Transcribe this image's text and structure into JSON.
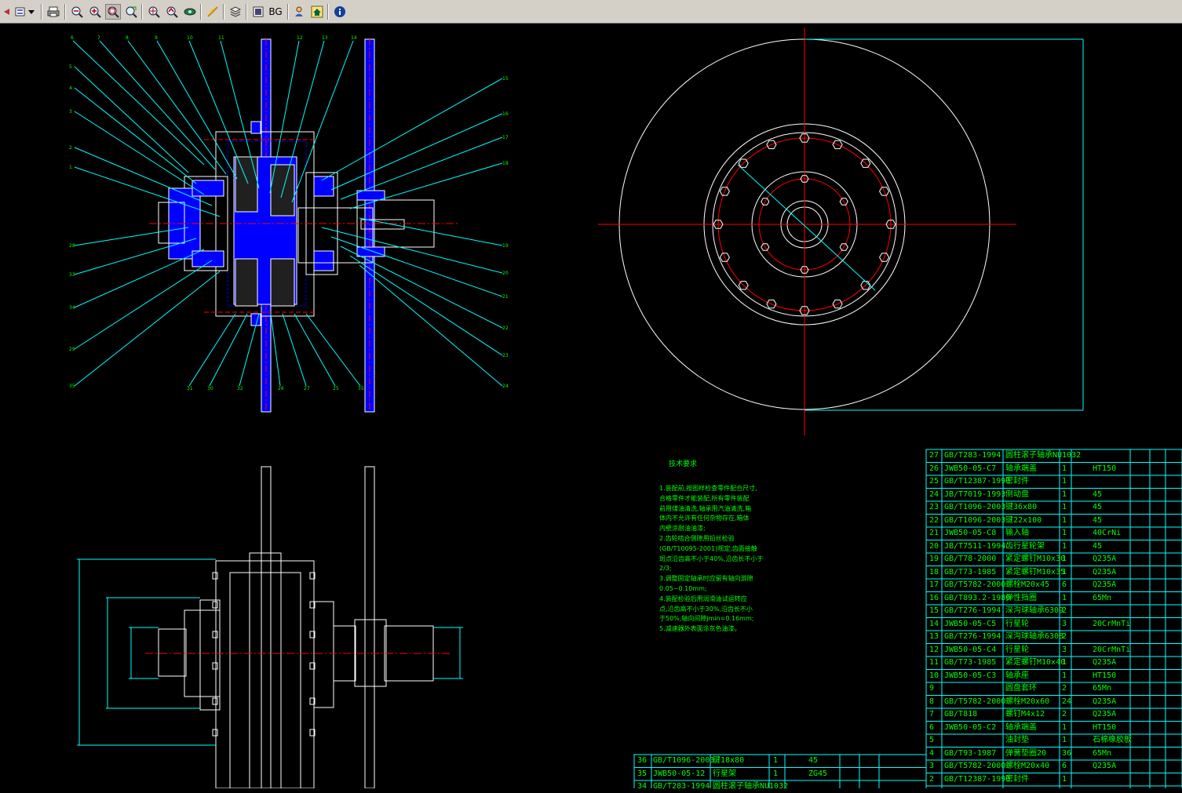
{
  "toolbar": {
    "bg_label": "BG",
    "icons": [
      "arrow-icon",
      "layers-icon",
      "dropdown-icon",
      "print-icon",
      "zoom-out-icon",
      "zoom-in-icon",
      "zoom-window-icon",
      "zoom-realtime-icon",
      "zoom-extents-icon",
      "zoom-previous-icon",
      "pan-icon",
      "measure-icon",
      "layer-icon",
      "view-icon",
      "bg-icon",
      "markup-icon",
      "home-icon",
      "info-icon"
    ]
  },
  "colors": {
    "line": "#ffffff",
    "center": "#ff0000",
    "dim": "#00ffff",
    "text": "#00ff00",
    "hidden": "#0000ff"
  },
  "leader_labels_top": [
    "6",
    "7",
    "8",
    "9",
    "10",
    "11",
    "12",
    "13",
    "14"
  ],
  "leader_labels_left": [
    "5",
    "4",
    "3",
    "2",
    "1",
    "28",
    "33",
    "34",
    "29",
    "35"
  ],
  "leader_labels_right": [
    "15",
    "16",
    "17",
    "18",
    "19",
    "20",
    "21",
    "22",
    "23",
    "24"
  ],
  "leader_labels_bottom": [
    "31",
    "30",
    "32",
    "26",
    "27",
    "25",
    "35"
  ],
  "tech_title": "技术要求",
  "tech_lines": [
    "1.装配前,按图样检查零件配合尺寸,",
    "合格零件才能装配,所有零件装配",
    "前用煤油清洗,轴承用汽油清洗,箱",
    "体内不允许有任何杂物存在,箱体",
    "内壁涂耐油油漆;",
    "2.齿轮啮合侧隙用铅丝检验",
    "(GB/T10095-2001)规定,齿面接触",
    "斑点沿齿高不小于40%,沿齿长不小于",
    "2/3;",
    "3.调整固定轴承时应留有轴向游隙",
    "0.05~0.10mm;",
    "4.装配检验后用润滑油试运转应",
    "点,沿齿高不小于30%,沿齿长不小",
    "于50%,轴向间隙jmin=0.16mm;",
    "5.减速器外表面涂灰色油漆。"
  ],
  "bom_rows": [
    [
      "27",
      "GB/T283-1994",
      "圆柱滚子轴承NU1032",
      "",
      ""
    ],
    [
      "26",
      "JWB50-05-C7",
      "轴承端盖",
      "1",
      "HT150"
    ],
    [
      "25",
      "GB/T12387-1990",
      "密封件",
      "1",
      ""
    ],
    [
      "24",
      "JB/T7019-1993",
      "侧动盘",
      "1",
      "45"
    ],
    [
      "23",
      "GB/T1096-2003",
      "键36x80",
      "1",
      "45"
    ],
    [
      "22",
      "GB/T1096-2003",
      "键22x100",
      "1",
      "45"
    ],
    [
      "21",
      "JWB50-05-C8",
      "输入轴",
      "1",
      "40CrNi"
    ],
    [
      "20",
      "JB/T7511-1994",
      "齿行星轮架",
      "1",
      "45"
    ],
    [
      "19",
      "GB/T78-2000",
      "紧定螺钉M10x30",
      "1",
      "Q235A"
    ],
    [
      "18",
      "GB/T73-1985",
      "紧定螺钉M10x35",
      "1",
      "Q235A"
    ],
    [
      "17",
      "GB/T5782-2000",
      "螺栓M20x45",
      "6",
      "Q235A"
    ],
    [
      "16",
      "GB/T893.2-1986",
      "弹性挡圈",
      "1",
      "65Mn"
    ],
    [
      "15",
      "GB/T276-1994",
      "深沟球轴承6309",
      "2",
      ""
    ],
    [
      "14",
      "JWB50-05-C5",
      "行星轮",
      "3",
      "20CrMnTi"
    ],
    [
      "13",
      "GB/T276-1994",
      "深沟球轴承6308",
      "2",
      ""
    ],
    [
      "12",
      "JWB50-05-C4",
      "行星轮",
      "3",
      "20CrMnTi"
    ],
    [
      "11",
      "GB/T73-1985",
      "紧定螺钉M10x40",
      "1",
      "Q235A"
    ],
    [
      "10",
      "JWB50-05-C3",
      "轴承座",
      "1",
      "HT150"
    ],
    [
      "9",
      "",
      "圆盘套环",
      "2",
      "65Mn"
    ],
    [
      "8",
      "GB/T5782-2000",
      "螺栓M20x60",
      "24",
      "Q235A"
    ],
    [
      "7",
      "GB/T818",
      "螺钉M4x12",
      "2",
      "Q235A"
    ],
    [
      "6",
      "JWB50-05-C2",
      "轴承端盖",
      "1",
      "HT150"
    ],
    [
      "5",
      "",
      "油封垫",
      "1",
      "石棉橡胶板"
    ],
    [
      "4",
      "GB/T93-1987",
      "弹簧垫圈20",
      "36",
      "65Mn"
    ],
    [
      "3",
      "GB/T5782-2000",
      "螺栓M20x40",
      "6",
      "Q235A"
    ],
    [
      "2",
      "GB/T12387-1990",
      "密封件",
      "1",
      ""
    ]
  ],
  "bom2_rows": [
    [
      "36",
      "GB/T1096-2003",
      "键18x80",
      "1",
      "45"
    ],
    [
      "35",
      "JWB50-05-12",
      "行星架",
      "1",
      "ZG45"
    ],
    [
      "34",
      "GB/T283-1994",
      "圆柱滚子轴承NU1032",
      "",
      ""
    ]
  ]
}
